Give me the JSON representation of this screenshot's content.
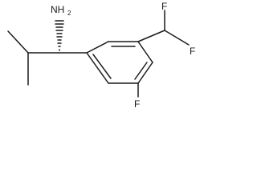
{
  "molecule": {
    "atoms": {
      "amine_label": "NH",
      "amine_subscript": "2",
      "fluorine_top_left": "F",
      "fluorine_top_right": "F",
      "fluorine_bottom": "F"
    },
    "stereo_bond": "hashed-wedge"
  }
}
